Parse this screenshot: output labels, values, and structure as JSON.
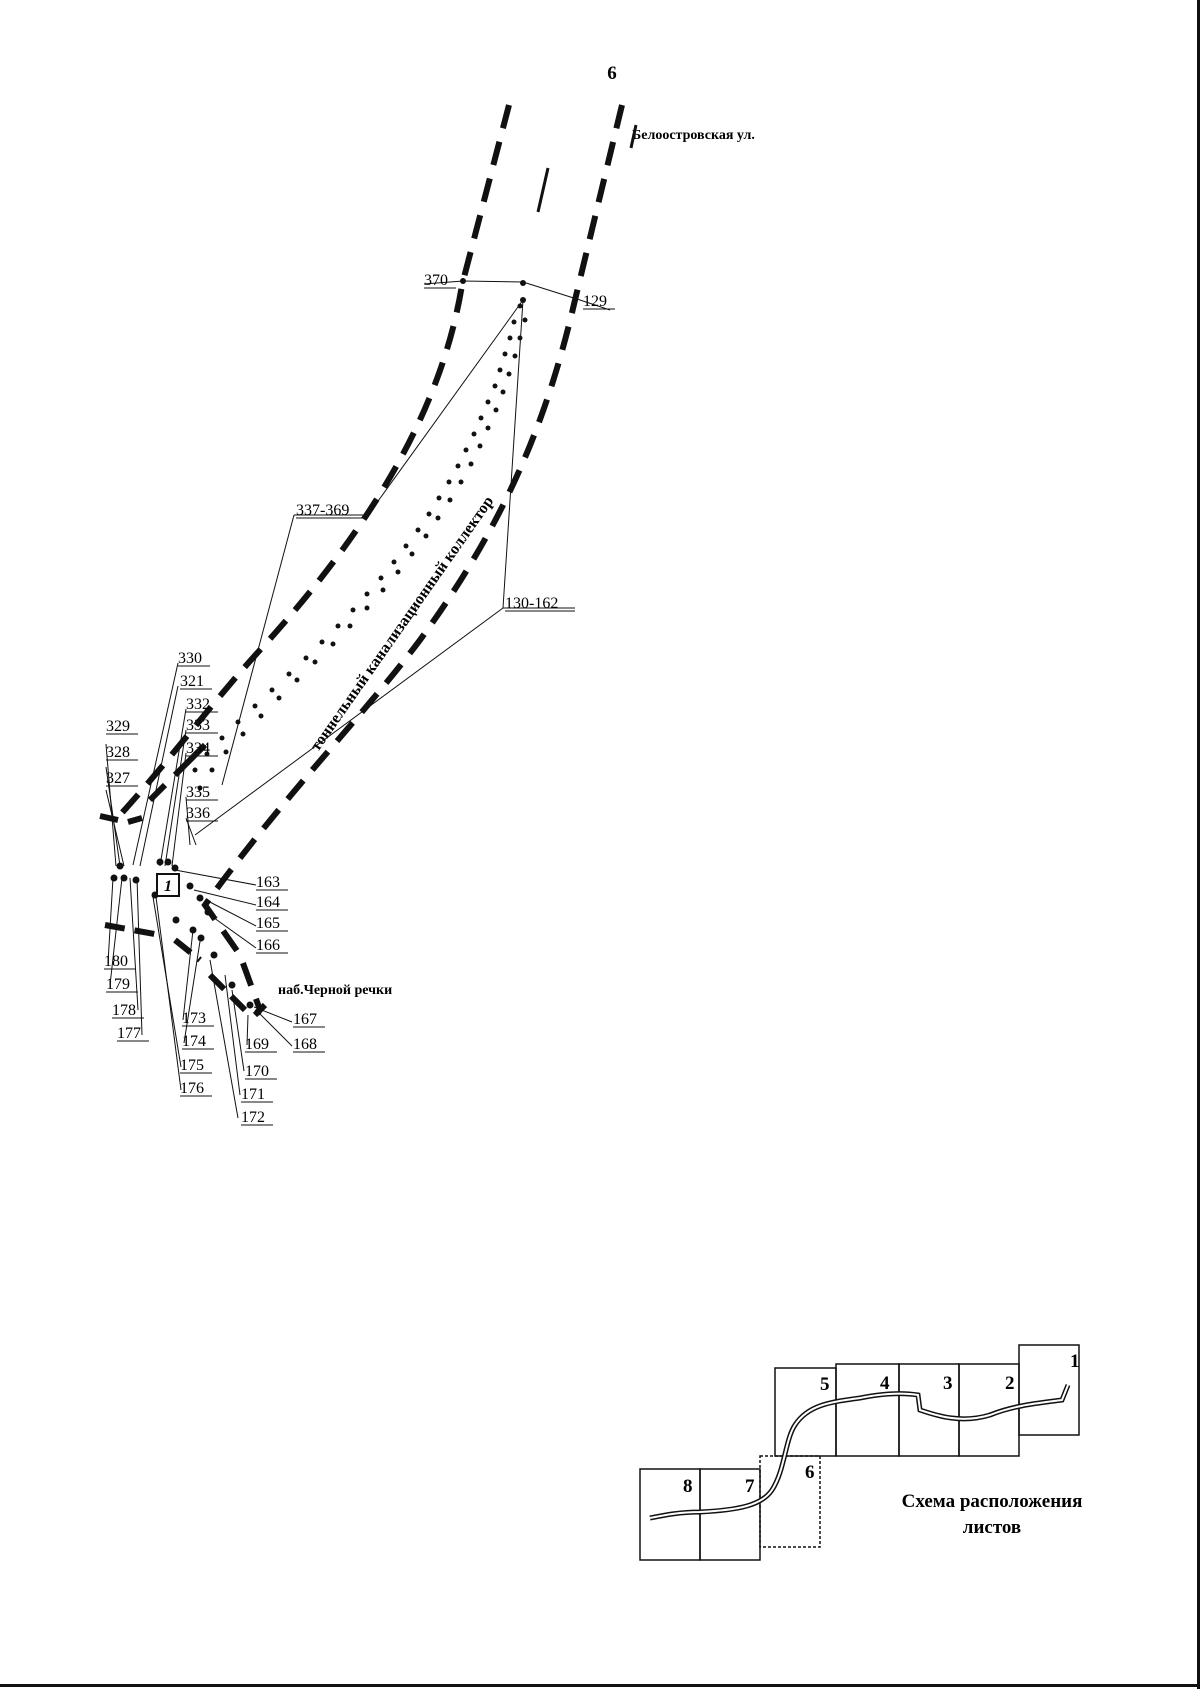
{
  "page_number": "6",
  "streets": {
    "beloostrovskaya": "Белоостровская ул.",
    "chernaya_rechka": "наб.Черной речки"
  },
  "collector_label": "тоннельный канализационный коллектор",
  "point_labels": {
    "l370": "370",
    "l129": "129",
    "l337_369": "337-369",
    "l130_162": "130-162",
    "l330": "330",
    "l321": "321",
    "l332": "332",
    "l333": "333",
    "l334": "334",
    "l335": "335",
    "l336": "336",
    "l329": "329",
    "l328": "328",
    "l327": "327",
    "l163": "163",
    "l164": "164",
    "l165": "165",
    "l166": "166",
    "l180": "180",
    "l179": "179",
    "l178": "178",
    "l177": "177",
    "l173": "173",
    "l174": "174",
    "l175": "175",
    "l176": "176",
    "l167": "167",
    "l168": "168",
    "l169": "169",
    "l170": "170",
    "l171": "171",
    "l172": "172"
  },
  "marker": "1",
  "inset": {
    "caption_line1": "Схема расположения",
    "caption_line2": "листов",
    "sheets": [
      "1",
      "2",
      "3",
      "4",
      "5",
      "6",
      "7",
      "8"
    ]
  }
}
